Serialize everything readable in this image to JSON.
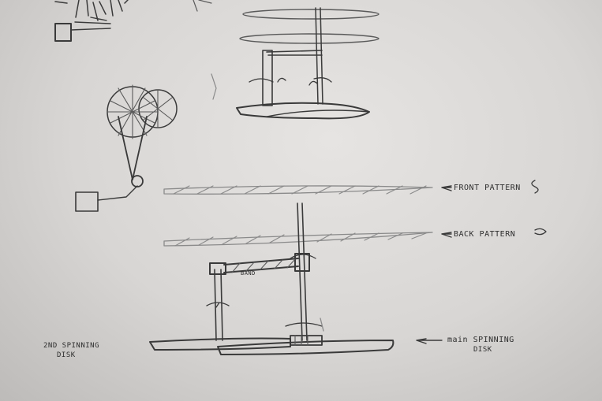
{
  "labels": {
    "front_pattern": "FRONT PATTERN",
    "back_pattern": "BACK PATTERN",
    "band": "BAND",
    "second_disk_line1": "2ND SPINNING",
    "second_disk_line2": "DISK",
    "main_disk_line1": "main SPINNING",
    "main_disk_line2": "DISK"
  },
  "colors": {
    "paper": "#dddbd9",
    "pencil": "#3a3a3a"
  }
}
